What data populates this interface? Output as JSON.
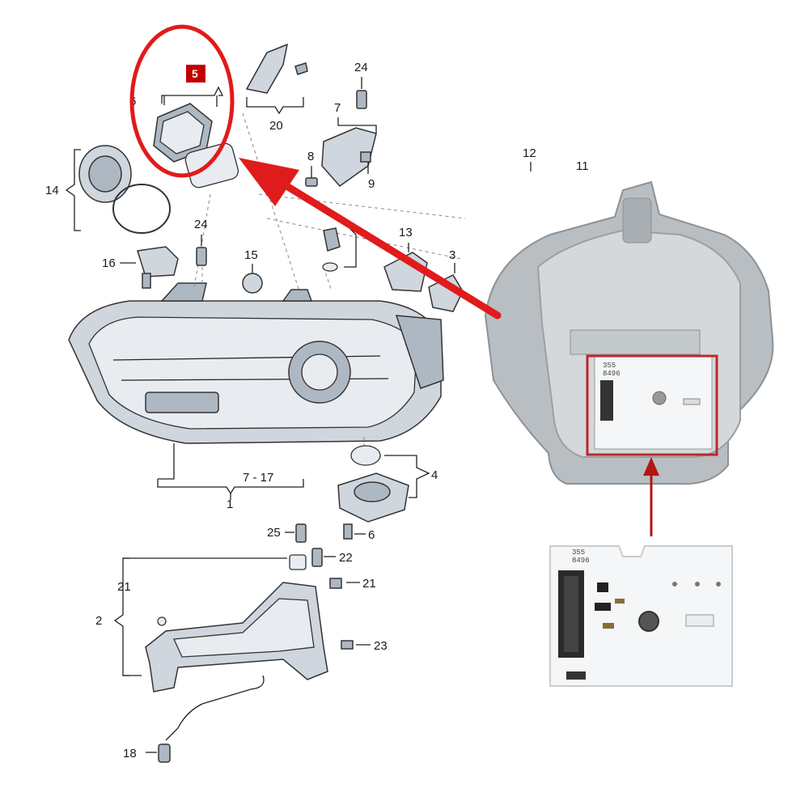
{
  "diagram": {
    "highlight_badge": "5",
    "part_numbers": {
      "n1": "1",
      "n2": "2",
      "n3": "3",
      "n4": "4",
      "n5": "5",
      "n6": "6",
      "n6b": "6",
      "n7": "7",
      "n8": "8",
      "n9": "9",
      "n11": "11",
      "n12": "12",
      "n13": "13",
      "n14": "14",
      "n15": "15",
      "n16": "16",
      "n18": "18",
      "n20": "20",
      "n21": "21",
      "n21b": "21",
      "n22": "22",
      "n23": "23",
      "n24": "24",
      "n24b": "24",
      "n25": "25",
      "range": "7 - 17"
    },
    "pcb_code_top": "355",
    "pcb_code_bottom": "8496",
    "colors": {
      "highlight": "#e01b1b",
      "arrow": "#e01b1b",
      "arrow_thin": "#b31515",
      "badge": "#c00000",
      "pcb": "#f4f6f7"
    }
  }
}
